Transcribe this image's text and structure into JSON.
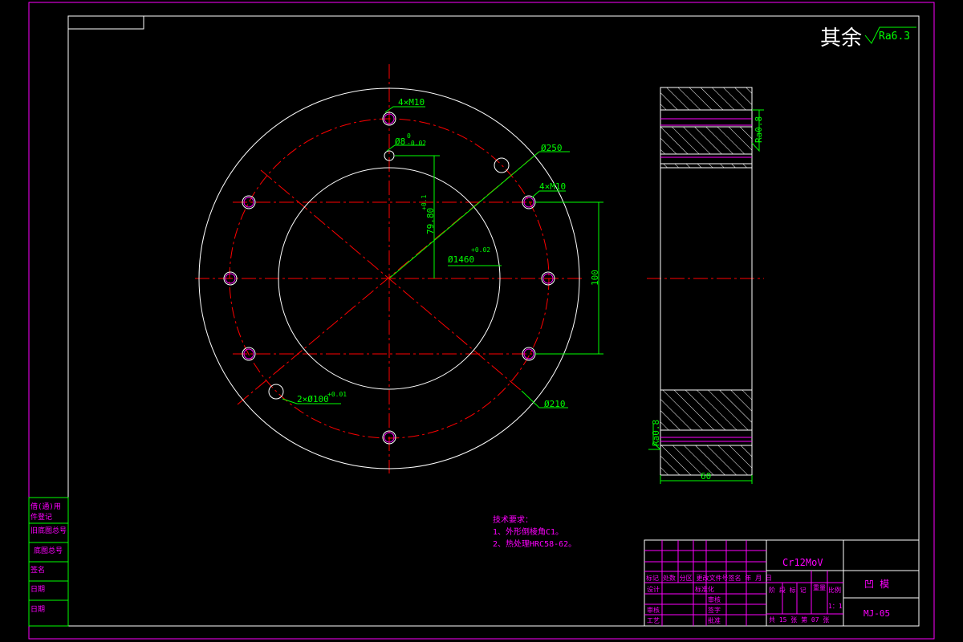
{
  "roughness": {
    "prefix": "其余",
    "ra_value": "Ra6.3",
    "side_top": "Ra0.8",
    "side_bottom": "Ra0.8"
  },
  "front_view": {
    "hole_top": "4×M10",
    "pin_top": "Ø8",
    "pin_top_tol_upper": "0",
    "pin_top_tol_lower": "-0.02",
    "d250": "Ø250",
    "hole_right": "4×M10",
    "dim_79_8": "79.80",
    "dim_79_8_tol": "+0.1",
    "d146": "Ø1460",
    "d146_tol": "+0.02",
    "dim_100": "100",
    "pin_bottom": "2×Ø100",
    "pin_bottom_tol": "+0.01",
    "d210": "Ø210"
  },
  "side_view": {
    "width": "60"
  },
  "tech_requirements": {
    "title": "技术要求：",
    "item1": "1、外形倒棱角C1。",
    "item2": "2、热处理HRC58-62。"
  },
  "left_strip": {
    "r1": "借(通)用",
    "r2": "件登记",
    "r3": "旧底图总号",
    "r4": "底图总号",
    "r5": "签名",
    "r6": "日期",
    "r7": "日期"
  },
  "title_block": {
    "material": "Cr12MoV",
    "part_name": "凹 模",
    "drawing_no": "MJ-05",
    "header_row": "标记 处数 分区 更改文件号签名 年 月 日",
    "design": "设计",
    "standardize": "标准化",
    "review": "审核",
    "process": "工艺",
    "stage_label": "阶 段 标 记",
    "weight": "重量",
    "scale_label": "比例",
    "scale": "1：1",
    "sheets": "共 15 张   第 07 张",
    "check": "审核",
    "approve": "批准",
    "sign": "签字"
  }
}
